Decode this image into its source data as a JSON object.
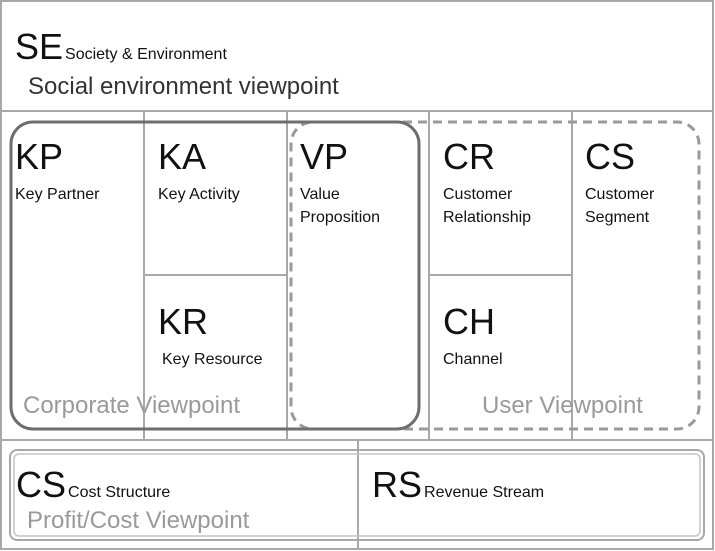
{
  "society": {
    "abbr": "SE",
    "name": "Society & Environment",
    "viewpoint": "Social environment viewpoint"
  },
  "blocks": {
    "kp": {
      "abbr": "KP",
      "name": "Key Partner"
    },
    "ka": {
      "abbr": "KA",
      "name": "Key Activity"
    },
    "kr": {
      "abbr": "KR",
      "name": "Key Resource"
    },
    "vp": {
      "abbr": "VP",
      "name_line1": "Value",
      "name_line2": "Proposition"
    },
    "cr": {
      "abbr": "CR",
      "name_line1": "Customer",
      "name_line2": "Relationship"
    },
    "ch": {
      "abbr": "CH",
      "name": "Channel"
    },
    "cs_segment": {
      "abbr": "CS",
      "name_line1": "Customer",
      "name_line2": "Segment"
    },
    "cost": {
      "abbr": "CS",
      "name": "Cost Structure"
    },
    "revenue": {
      "abbr": "RS",
      "name": "Revenue Stream"
    }
  },
  "viewpoints": {
    "corporate": "Corporate Viewpoint",
    "user": "User Viewpoint",
    "profit_cost": "Profit/Cost Viewpoint"
  },
  "colors": {
    "grid": "#a8a8a8",
    "corporate_outline": "#6e6e6e",
    "user_outline": "#9a9a9a",
    "profit_outline": "#a8a8a8",
    "viewpoint_text": "#9a9a9a"
  }
}
